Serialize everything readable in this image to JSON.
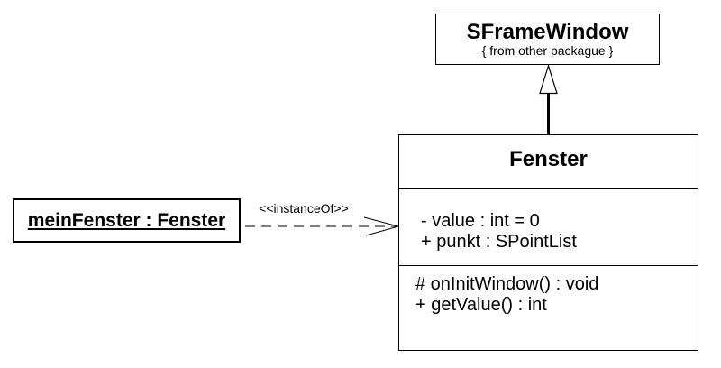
{
  "diagram": {
    "colors": {
      "background": "#ffffff",
      "line": "#000000",
      "box_fill": "#ffffff"
    },
    "class_sframewindow": {
      "name": "SFrameWindow",
      "stereotype": "{ from other packague }"
    },
    "class_fenster": {
      "name": "Fenster",
      "attributes": [
        "- value : int = 0",
        "+ punkt : SPointList"
      ],
      "methods": [
        "# onInitWindow() : void",
        "+ getValue() : int"
      ]
    },
    "object_meinfenster": {
      "name": "meinFenster : Fenster"
    },
    "relations": {
      "instance_of_label": "<<instanceOf>>"
    }
  }
}
